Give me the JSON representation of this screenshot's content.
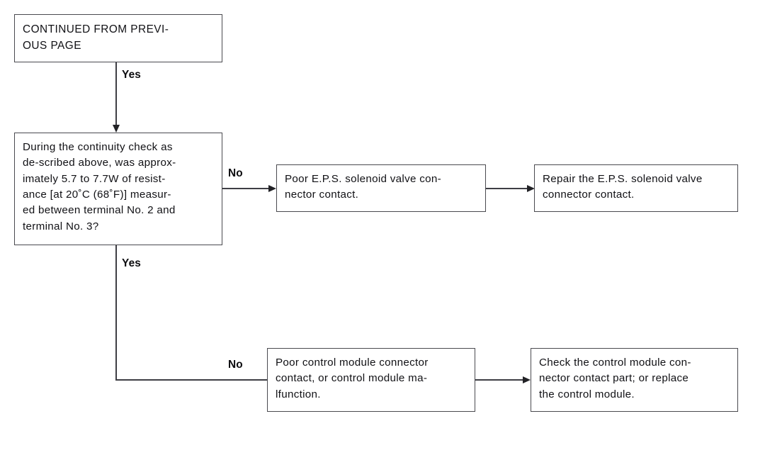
{
  "diagram": {
    "title": "E.P.S. solenoid valve continuity troubleshooting flowchart",
    "colors": {
      "box_border": "#4a4a4f",
      "line": "#3e3e44",
      "text": "#111115",
      "background": "#ffffff"
    },
    "nodes": {
      "continued": {
        "text": "CONTINUED FROM PREVI-\nOUS PAGE"
      },
      "decision": {
        "text": "During the continuity check as\nde-scribed above, was approx-\nimately 5.7 to 7.7W of resist-\nance [at 20˚C (68˚F)] measur-\ned between terminal No. 2 and\nterminal No. 3?"
      },
      "poor_eps": {
        "text": "Poor E.P.S. solenoid valve con-\nnector contact."
      },
      "repair_eps": {
        "text": "Repair the E.P.S. solenoid valve\nconnector contact."
      },
      "poor_control_module": {
        "text": "Poor control module connector\ncontact, or control module ma-\nlfunction."
      },
      "check_control_module": {
        "text": "Check the control module con-\nnector contact part; or replace\nthe control module."
      }
    },
    "branches": {
      "yes_top": "Yes",
      "no_top": "No",
      "yes_bottom": "Yes",
      "no_bottom": "No"
    }
  }
}
